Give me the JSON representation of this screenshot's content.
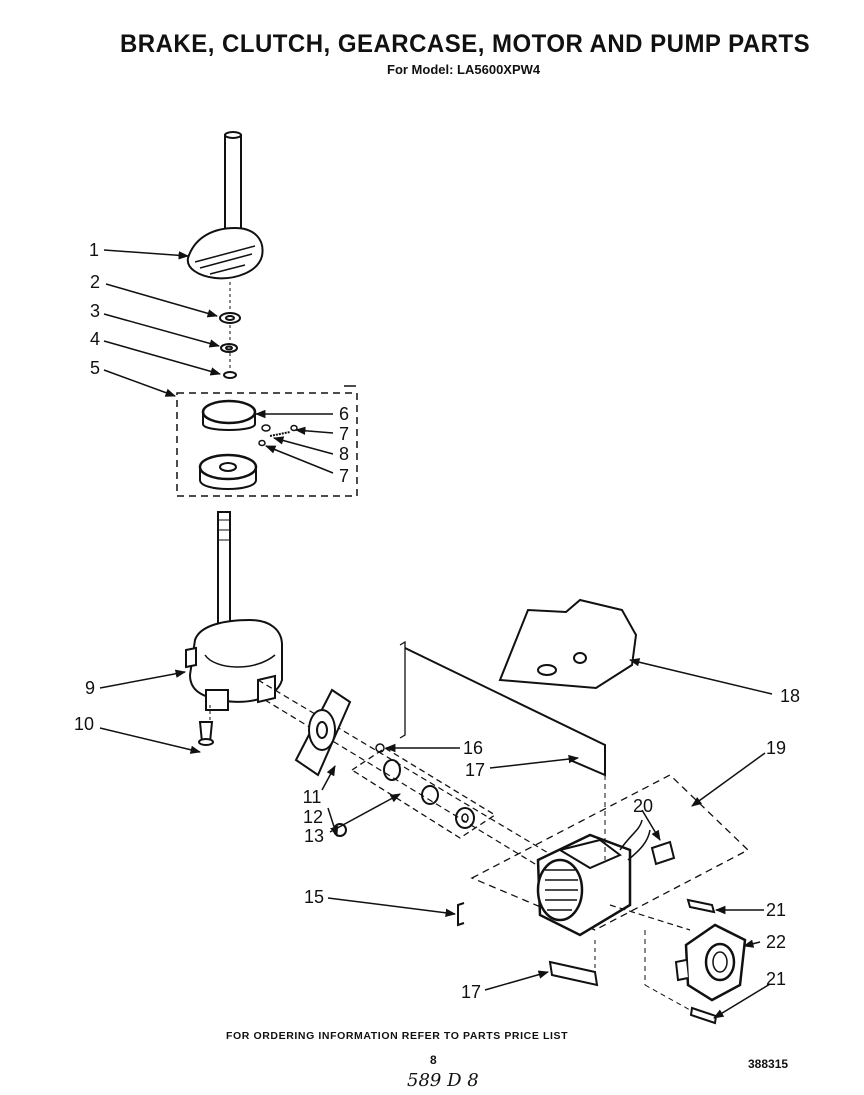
{
  "title": "BRAKE, CLUTCH, GEARCASE, MOTOR AND PUMP PARTS",
  "subtitle": "For Model: LA5600XPW4",
  "footer_note": "FOR ORDERING INFORMATION REFER TO PARTS PRICE LIST",
  "page_number": "8",
  "document_number": "388315",
  "handwritten_note": "589 D 8",
  "callouts": {
    "c1": "1",
    "c2": "2",
    "c3": "3",
    "c4": "4",
    "c5": "5",
    "c6": "6",
    "c7a": "7",
    "c8": "8",
    "c7b": "7",
    "c9": "9",
    "c10": "10",
    "c11": "11",
    "c12": "12",
    "c13": "13",
    "c15": "15",
    "c16": "16",
    "c17a": "17",
    "c17b": "17",
    "c18": "18",
    "c19": "19",
    "c20": "20",
    "c21a": "21",
    "c22": "22",
    "c21b": "21"
  }
}
